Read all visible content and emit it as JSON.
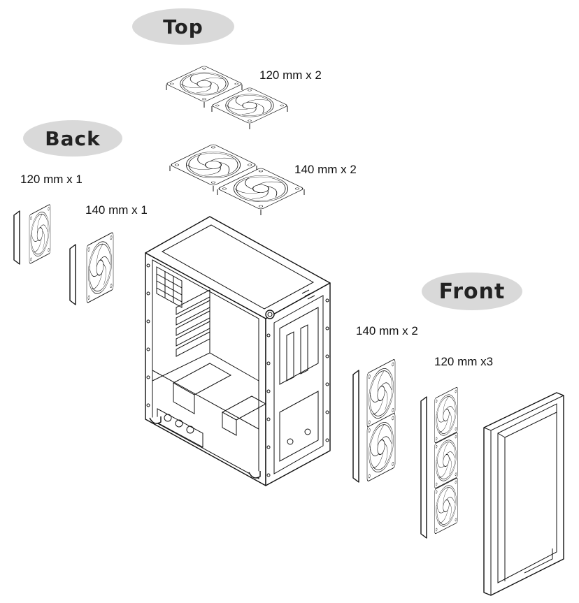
{
  "sections": {
    "top": "Top",
    "back": "Back",
    "front": "Front"
  },
  "labels": {
    "top_120": "120 mm x 2",
    "top_140": "140 mm x 2",
    "back_120": "120 mm x 1",
    "back_140": "140 mm x 1",
    "front_140": "140 mm x 2",
    "front_120": "120 mm x3"
  },
  "colors": {
    "pill": "#d9d9d9",
    "line": "#111111"
  }
}
